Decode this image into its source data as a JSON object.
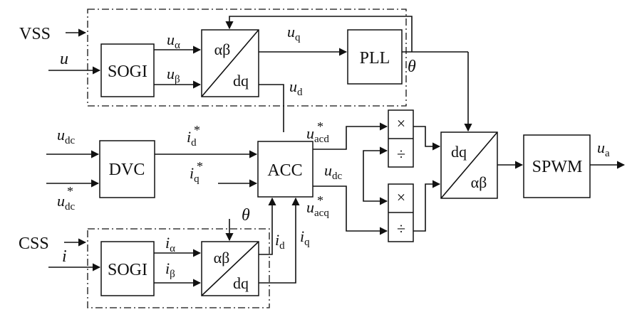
{
  "blocks": {
    "sogi_v": "SOGI",
    "pll": "PLL",
    "dvc": "DVC",
    "acc": "ACC",
    "sogi_i": "SOGI",
    "spwm": "SPWM",
    "ab_dq_top_in": "αβ",
    "ab_dq_top_out": "dq",
    "ab_dq_bot_in": "αβ",
    "ab_dq_bot_out": "dq",
    "dq_ab_in": "dq",
    "dq_ab_out": "αβ",
    "mult_top": "×",
    "div_top": "÷",
    "mult_bot": "×",
    "div_bot": "÷"
  },
  "signals": {
    "vss": "VSS",
    "css": "CSS",
    "u": "u",
    "i": "i",
    "u_alpha": {
      "base": "u",
      "sub": "α"
    },
    "u_beta": {
      "base": "u",
      "sub": "β"
    },
    "u_q": {
      "base": "u",
      "sub": "q"
    },
    "u_d": {
      "base": "u",
      "sub": "d"
    },
    "theta_top": "θ",
    "theta_bot": "θ",
    "u_dc_in": {
      "base": "u",
      "sub": "dc"
    },
    "u_dc_ref": {
      "base": "u",
      "sub": "dc",
      "sup": "*"
    },
    "i_d_ref": {
      "base": "i",
      "sub": "d",
      "sup": "*"
    },
    "i_q_ref": {
      "base": "i",
      "sub": "q",
      "sup": "*"
    },
    "u_acd_ref": {
      "base": "u",
      "sub": "acd",
      "sup": "*"
    },
    "u_acq_ref": {
      "base": "u",
      "sub": "acq",
      "sup": "*"
    },
    "u_dc_mid": {
      "base": "u",
      "sub": "dc"
    },
    "i_alpha": {
      "base": "i",
      "sub": "α"
    },
    "i_beta": {
      "base": "i",
      "sub": "β"
    },
    "i_d": {
      "base": "i",
      "sub": "d"
    },
    "i_q": {
      "base": "i",
      "sub": "q"
    },
    "u_a": {
      "base": "u",
      "sub": "a"
    }
  }
}
